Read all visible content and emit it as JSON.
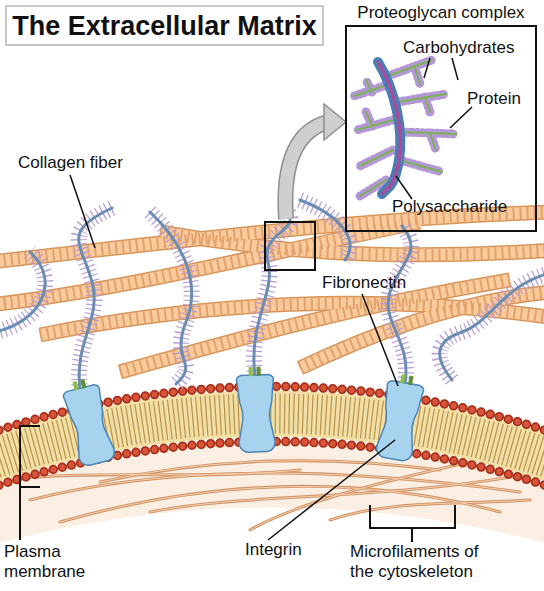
{
  "diagram": {
    "title": "The Extracellular Matrix",
    "nodes": [
      {
        "text": [
          "Proteoglycan complex"
        ]
      }
    ],
    "labels": [
      "Carbohydrates",
      "Protein",
      "Polysaccharide",
      "Collagen fiber",
      "Fibronectin",
      "Plasma membrane",
      "Integrin",
      "Microfilaments of the cytoskeleton"
    ]
  }
}
